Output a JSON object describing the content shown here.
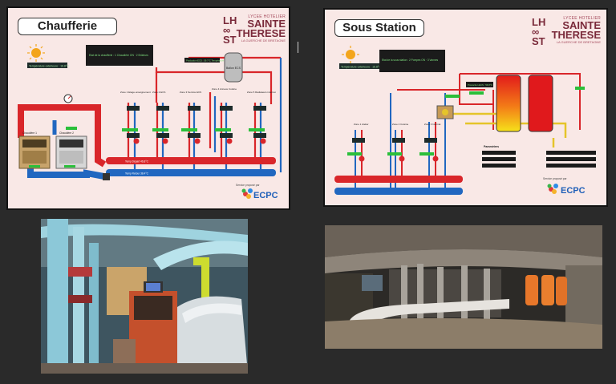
{
  "chaufferie": {
    "title": "Chaufferie",
    "brand_mono": "LH\n∞\nST",
    "brand_sub": "LYCEE HOTELIER",
    "brand_line1": "SAINTE",
    "brand_line2": "THERESE",
    "brand_tag": "LA GUERCHE DE BRETAGNE",
    "outdoor_temp": "Température extérieure : 16.8°C",
    "status_box": "Etat de la chaufferie : 1 Chaudière ON · 2 Brûleurs",
    "ecs_label": "Production ECS : 59.7°C  Température",
    "tank_label": "Ballon ECS",
    "boiler1": "Chaudière 1",
    "boiler2": "Chaudière 2",
    "manifold_hot": "Temp Départ 46.8°C",
    "manifold_cold": "Temp Retour 38.4°C",
    "zones": [
      "Zone 1 Etage enseignement",
      "Zone 2 ECS",
      "Zone 3 Service ECS",
      "Zone 4 Annexe Cuisine",
      "Zone 5 Radiateurs internat"
    ],
    "footer_note": "Service proposé par",
    "logo": "ECPC"
  },
  "sous_station": {
    "title": "Sous Station",
    "brand_mono": "LH\n∞\nST",
    "brand_sub": "LYCEE HOTELIER",
    "brand_line1": "SAINTE",
    "brand_line2": "THERESE",
    "brand_tag": "LA GUERCHE DE BRETAGNE",
    "outdoor_temp": "Température extérieure : 16.8°C",
    "status_box": "Etat de la sous station : 2 Pompes ON · 3 Vannes",
    "ecs_label": "Production ECS : 56.8°C",
    "zones": [
      "Zone 1 Atelier",
      "Zone 2 Cuisine",
      "Zone 3 Internat"
    ],
    "settings_title": "Paramètres",
    "footer_note": "Service proposé par",
    "logo": "ECPC"
  },
  "colors": {
    "panel_bg": "#f9e8e6",
    "hot_pipe": "#d9262a",
    "cold_pipe": "#2167c0",
    "green": "#2bbf3a",
    "yellow": "#e5c42a",
    "page_bg": "#2a2a2a"
  }
}
